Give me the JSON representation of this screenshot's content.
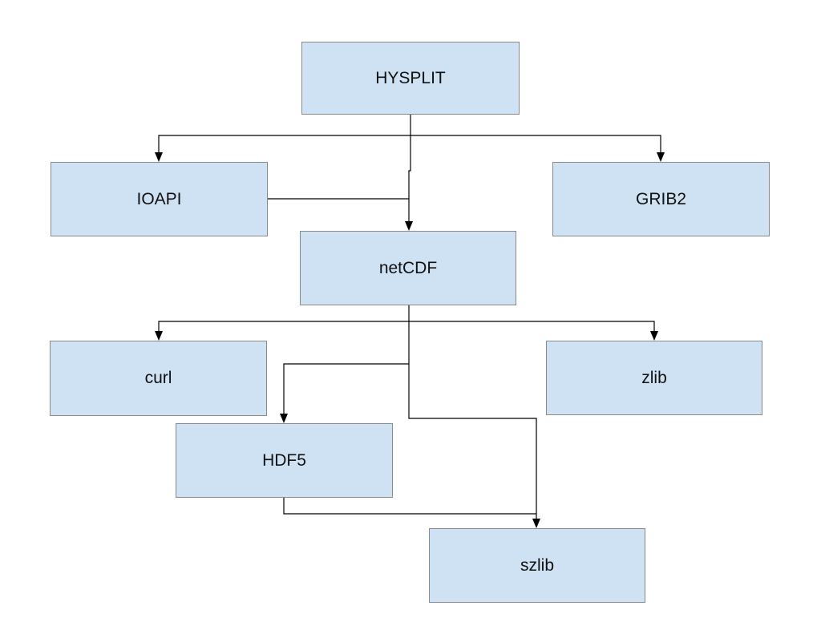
{
  "diagram": {
    "type": "dependency-flowchart",
    "node_fill": "#cfe2f3",
    "node_border": "#8a8a8a",
    "edge_color": "#000000",
    "nodes": {
      "hysplit": "HYSPLIT",
      "ioapi": "IOAPI",
      "grib2": "GRIB2",
      "netcdf": "netCDF",
      "curl": "curl",
      "zlib": "zlib",
      "hdf5": "HDF5",
      "szlib": "szlib"
    },
    "edges": [
      {
        "from": "HYSPLIT",
        "to": "IOAPI"
      },
      {
        "from": "HYSPLIT",
        "to": "GRIB2"
      },
      {
        "from": "HYSPLIT",
        "to": "netCDF"
      },
      {
        "from": "IOAPI",
        "to": "netCDF"
      },
      {
        "from": "netCDF",
        "to": "curl"
      },
      {
        "from": "netCDF",
        "to": "zlib"
      },
      {
        "from": "netCDF",
        "to": "HDF5"
      },
      {
        "from": "netCDF",
        "to": "szlib"
      },
      {
        "from": "HDF5",
        "to": "szlib"
      }
    ]
  }
}
